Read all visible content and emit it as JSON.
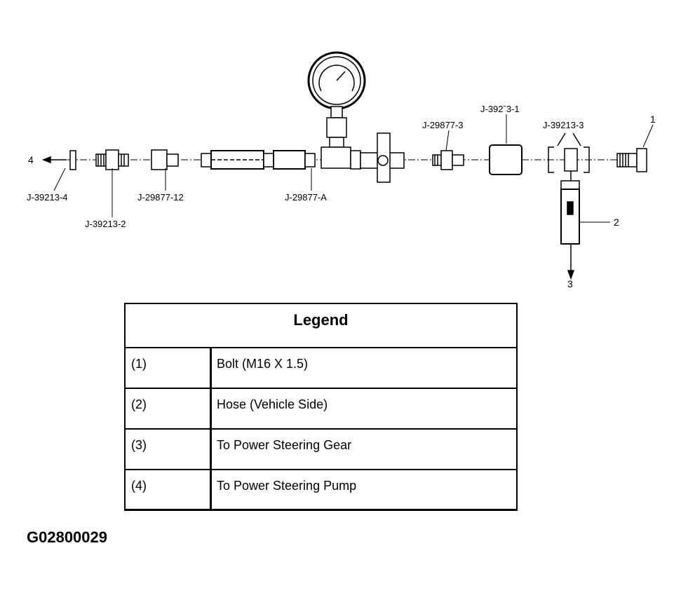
{
  "figure_id": "G02800029",
  "parts": {
    "p1": "J-39213-4",
    "p2": "J-39213-2",
    "p3": "J-29877-12",
    "p4": "J-29877-A",
    "p5": "J-29877-3",
    "p6": "J-392ˉ3-1",
    "p7": "J-39213-3"
  },
  "callouts": {
    "c1": "1",
    "c2": "2",
    "c3": "3",
    "c4": "4"
  },
  "legend": {
    "title": "Legend",
    "rows": [
      {
        "key": "(1)",
        "desc": "Bolt (M16 X 1.5)"
      },
      {
        "key": "(2)",
        "desc": "Hose (Vehicle Side)"
      },
      {
        "key": "(3)",
        "desc": "To Power Steering Gear"
      },
      {
        "key": "(4)",
        "desc": "To Power Steering Pump"
      }
    ]
  }
}
